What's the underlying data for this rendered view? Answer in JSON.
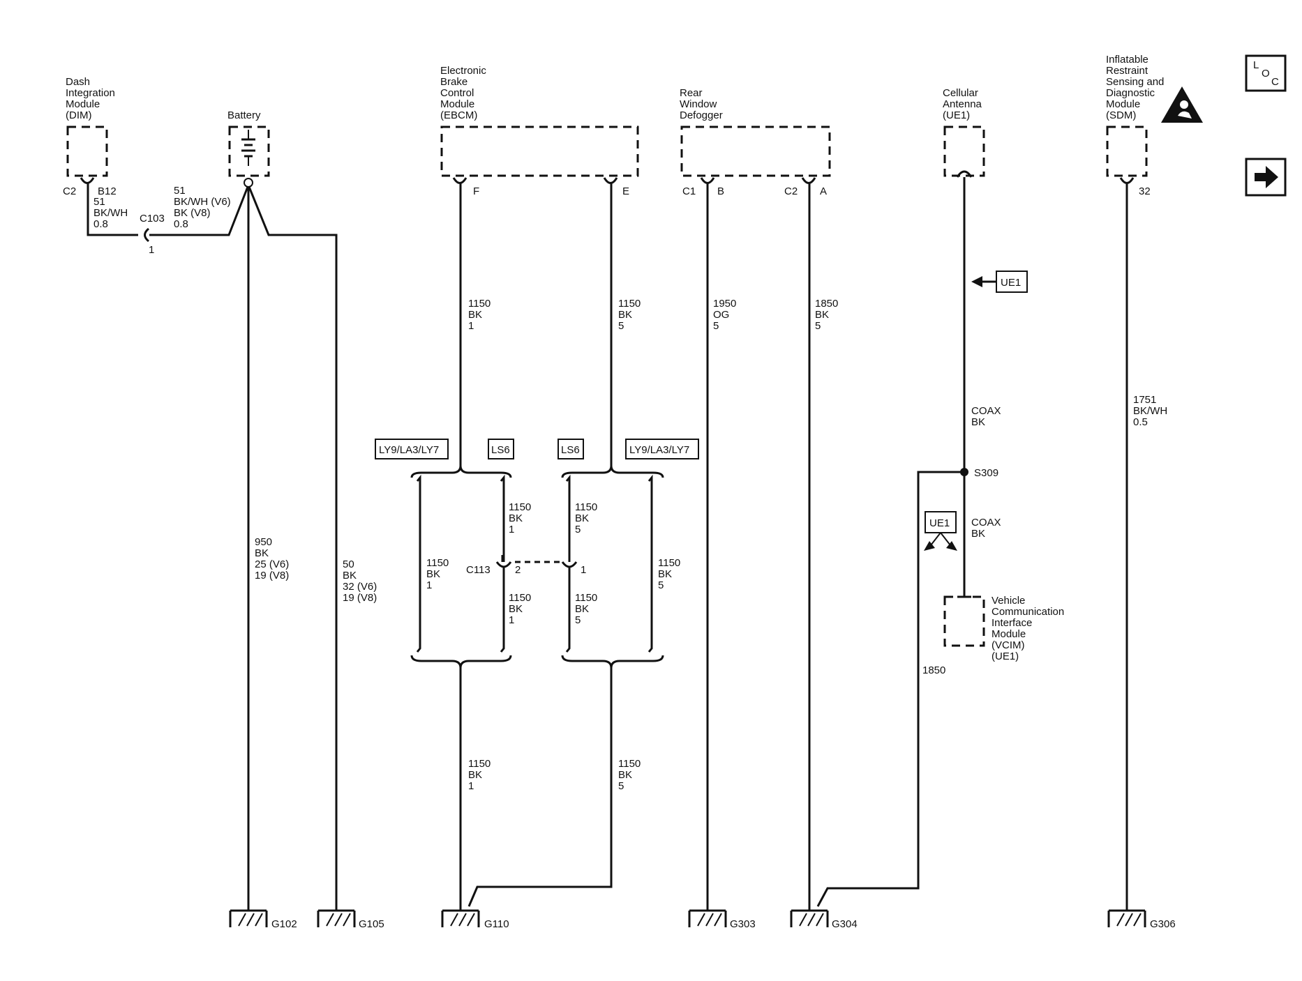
{
  "components": {
    "dim": {
      "label_lines": [
        "Dash",
        "Integration",
        "Module",
        "(DIM)"
      ],
      "connector": "C2",
      "pin": "B12"
    },
    "battery": {
      "label": "Battery"
    },
    "ebcm": {
      "label_lines": [
        "Electronic",
        "Brake",
        "Control",
        "Module",
        "(EBCM)"
      ],
      "pin_left": "F",
      "pin_right": "E"
    },
    "defogger": {
      "label_lines": [
        "Rear",
        "Window",
        "Defogger"
      ],
      "conn1": "C1",
      "pin1": "B",
      "conn2": "C2",
      "pin2": "A"
    },
    "cellular": {
      "label_lines": [
        "Cellular",
        "Antenna",
        "(UE1)"
      ]
    },
    "sdm": {
      "label_lines": [
        "Inflatable",
        "Restraint",
        "Sensing and",
        "Diagnostic",
        "Module",
        "(SDM)"
      ],
      "pin": "32"
    },
    "vcim": {
      "label_lines": [
        "Vehicle",
        "Communication",
        "Interface",
        "Module",
        "(VCIM)",
        "(UE1)"
      ]
    }
  },
  "connectors": {
    "c103": {
      "name": "C103",
      "pin": "1"
    },
    "c113": {
      "name": "C113",
      "pin_left": "2",
      "pin_right": "1"
    }
  },
  "splice": {
    "s309": "S309"
  },
  "options": {
    "ly9_left": "LY9/LA3/LY7",
    "ls6_left": "LS6",
    "ls6_right": "LS6",
    "ly9_right": "LY9/LA3/LY7",
    "ue1_arrow": "UE1",
    "ue1_split": "UE1"
  },
  "wires": {
    "dim_to_c103": [
      "51",
      "BK/WH",
      "0.8"
    ],
    "battery_to_c103": [
      "51",
      "BK/WH (V6)",
      "BK (V8)",
      "0.8"
    ],
    "battery_g102": [
      "950",
      "BK",
      "25 (V6)",
      "19 (V8)"
    ],
    "battery_g105": [
      "50",
      "BK",
      "32 (V6)",
      "19 (V8)"
    ],
    "ebcm_f": [
      "1150",
      "BK",
      "1"
    ],
    "ebcm_e": [
      "1150",
      "BK",
      "5"
    ],
    "ly9_left_drop": [
      "1150",
      "BK",
      "1"
    ],
    "ls6_left_upper": [
      "1150",
      "BK",
      "1"
    ],
    "ls6_left_lower": [
      "1150",
      "BK",
      "1"
    ],
    "ls6_right_upper": [
      "1150",
      "BK",
      "5"
    ],
    "ls6_right_lower": [
      "1150",
      "BK",
      "5"
    ],
    "ly9_right_drop": [
      "1150",
      "BK",
      "5"
    ],
    "g110_left": [
      "1150",
      "BK",
      "1"
    ],
    "g110_right": [
      "1150",
      "BK",
      "5"
    ],
    "defogger_b": [
      "1950",
      "OG",
      "5"
    ],
    "defogger_a": [
      "1850",
      "BK",
      "5"
    ],
    "coax_upper": [
      "COAX",
      "BK"
    ],
    "coax_lower": [
      "COAX",
      "BK"
    ],
    "bypass_1850": [
      "1850"
    ],
    "sdm_32": [
      "1751",
      "BK/WH",
      "0.5"
    ]
  },
  "grounds": {
    "g102": "G102",
    "g105": "G105",
    "g110": "G110",
    "g303": "G303",
    "g304": "G304",
    "g306": "G306"
  },
  "nav": {
    "loc_icon": "locator-icon",
    "loc_letters": [
      "L",
      "O",
      "C"
    ],
    "next_icon": "right-arrow-icon",
    "warning_icon": "airbag-warning-icon"
  }
}
